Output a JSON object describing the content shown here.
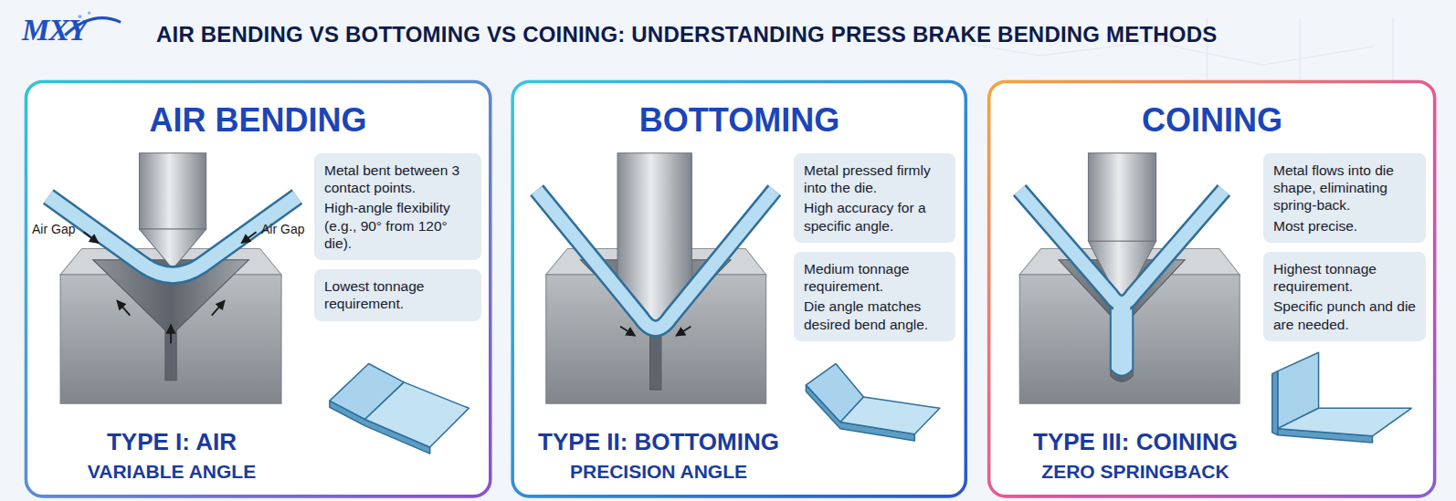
{
  "diagram": {
    "title": "AIR BENDING VS BOTTOMING VS COINING: UNDERSTANDING PRESS BRAKE BENDING METHODS",
    "nodes": [
      {
        "text": [
          "AIR BENDING",
          "TYPE I: AIR",
          "VARIABLE ANGLE"
        ]
      },
      {
        "text": [
          "Metal bent between 3 contact points.",
          "High-angle flexibility (e.g., 90° from 120° die)."
        ],
        "in": 0
      },
      {
        "text": [
          "Lowest tonnage requirement."
        ],
        "in": 0
      },
      {
        "text": [
          "BOTTOMING",
          "TYPE II: BOTTOMING",
          "PRECISION ANGLE"
        ]
      },
      {
        "text": [
          "Metal pressed firmly into the die.",
          "High accuracy for a specific angle."
        ],
        "in": 3
      },
      {
        "text": [
          "Medium tonnage requirement.",
          "Die angle matches desired bend angle."
        ],
        "in": 3
      },
      {
        "text": [
          "COINING",
          "TYPE III: COINING",
          "ZERO SPRINGBACK"
        ]
      },
      {
        "text": [
          "Metal flows into die shape, eliminating spring-back.",
          "Most precise."
        ],
        "in": 6
      },
      {
        "text": [
          "Highest tonnage requirement.",
          "Specific punch and die are needed."
        ],
        "in": 6
      }
    ],
    "labels": [
      "MXY",
      "Air Gap",
      "Air Gap"
    ]
  }
}
